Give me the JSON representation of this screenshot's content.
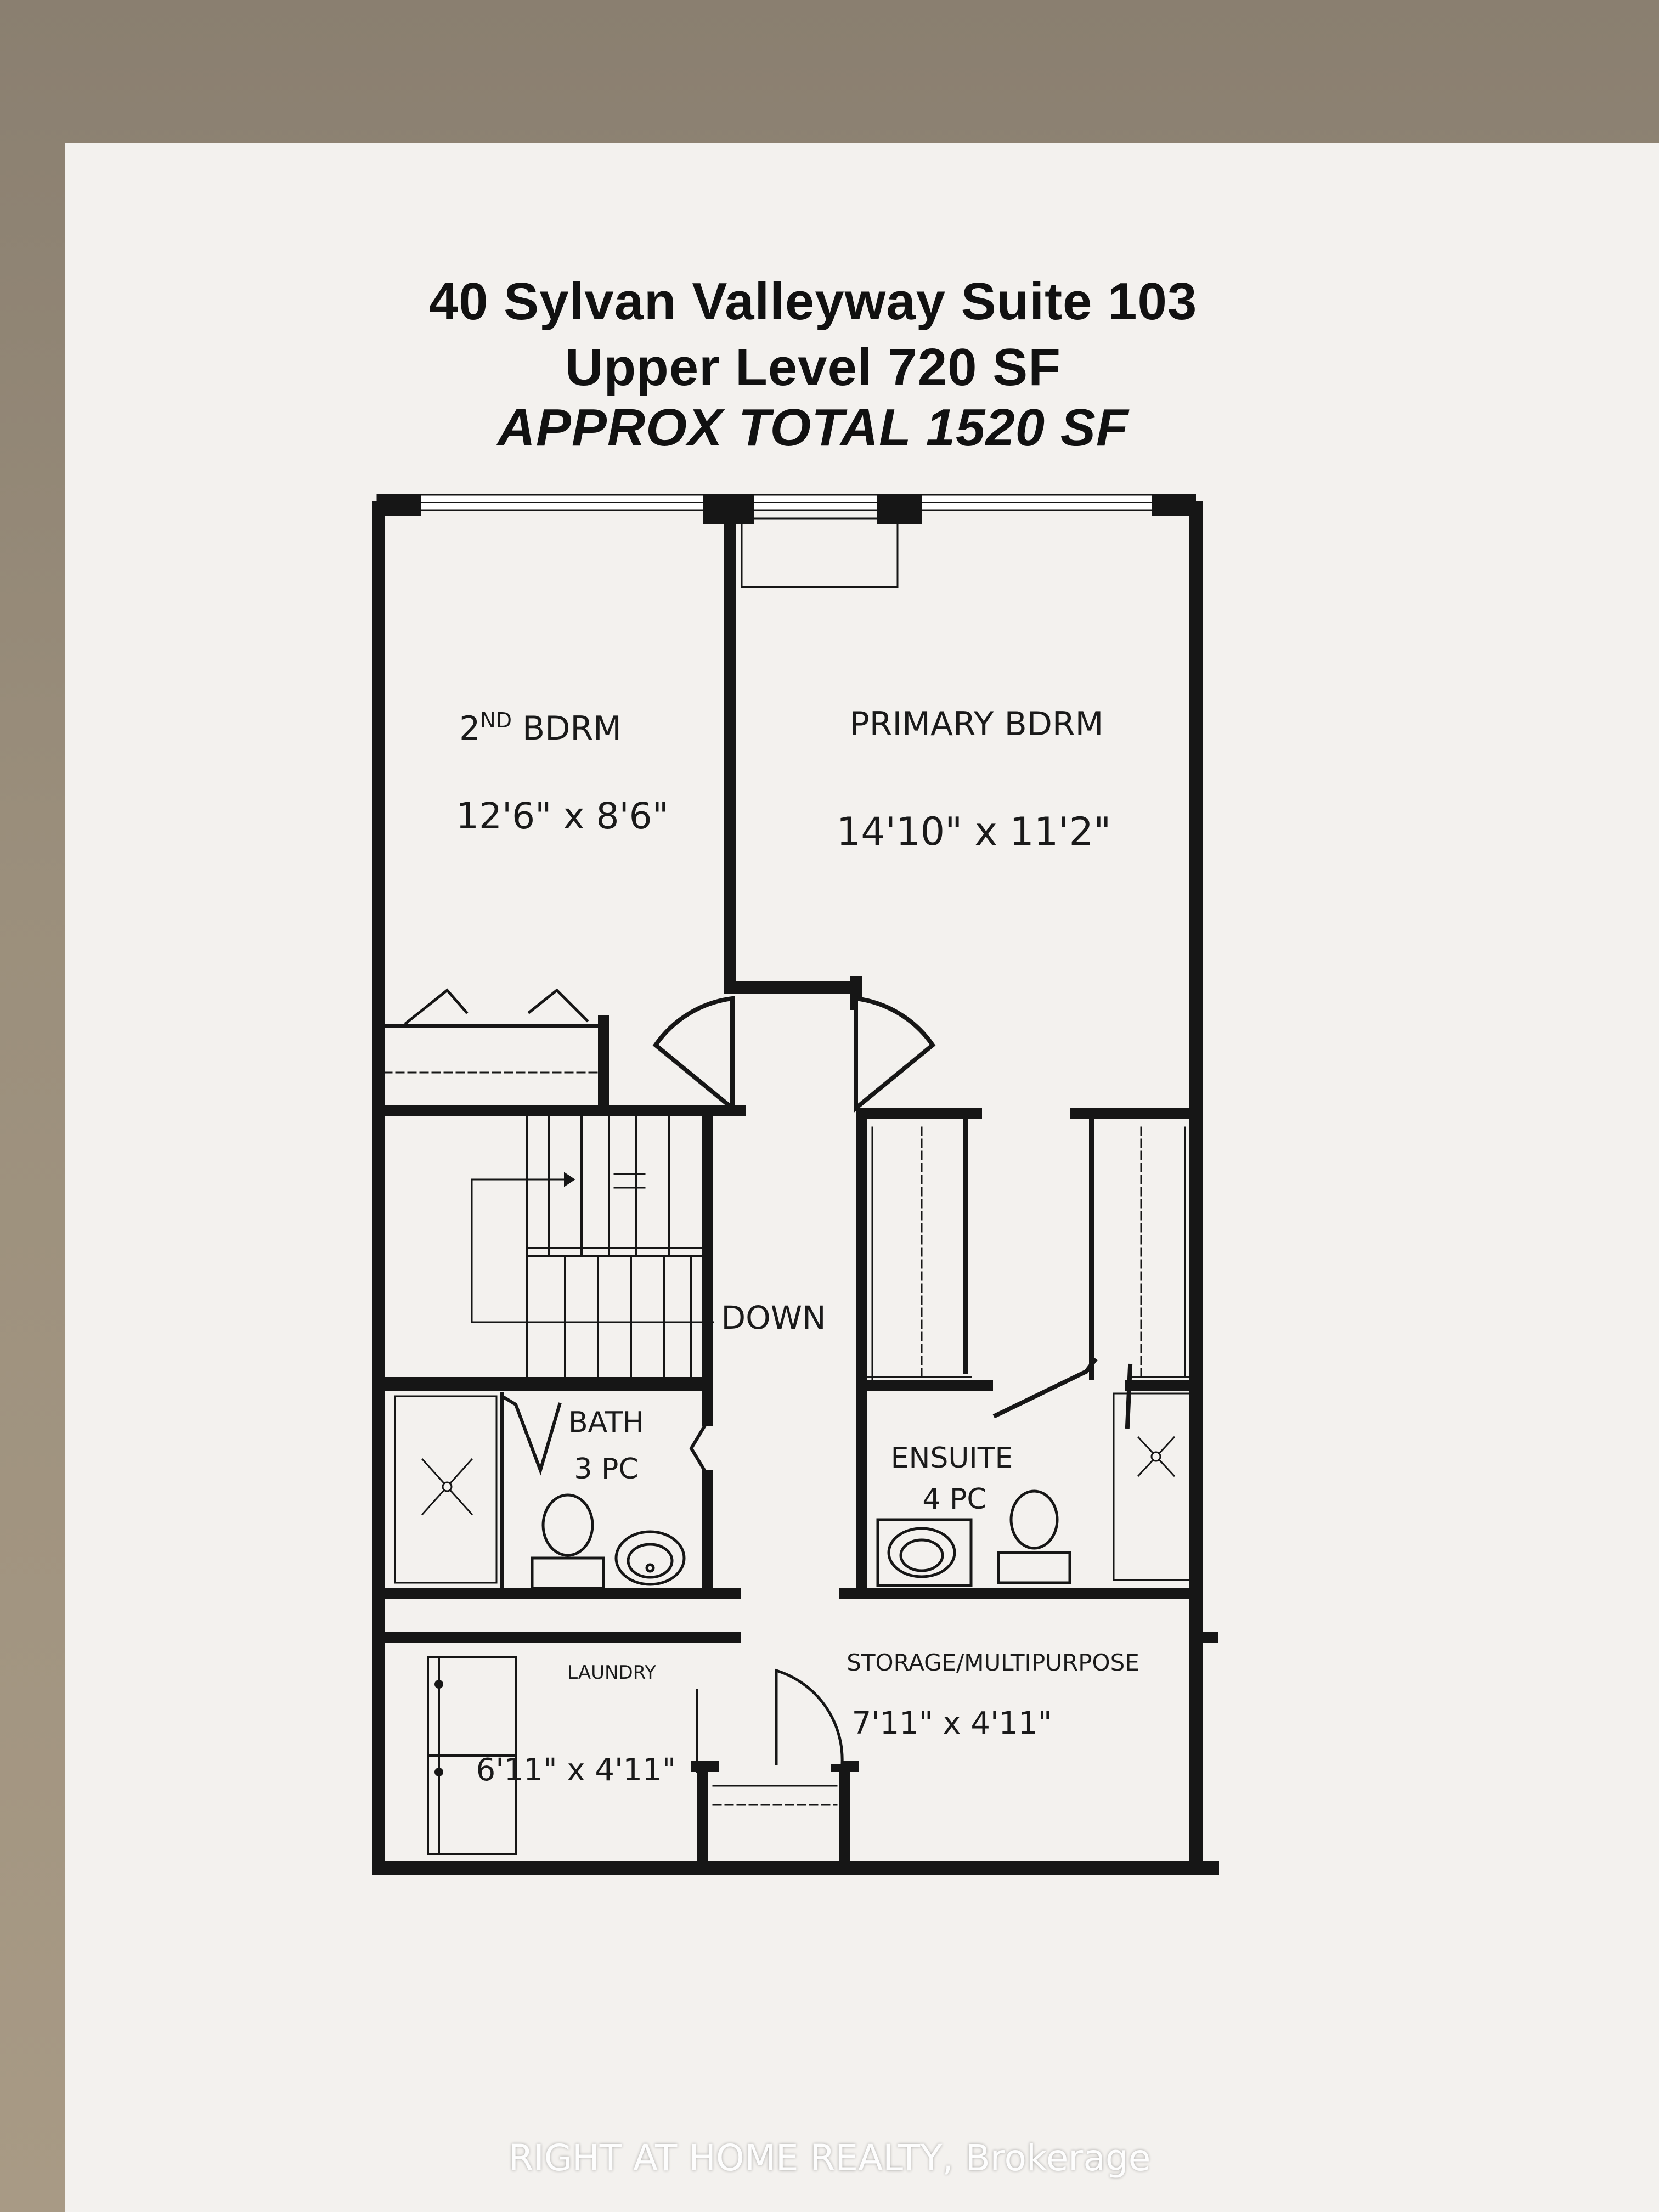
{
  "header": {
    "address": "40 Sylvan Valleyway Suite 103",
    "level": "Upper Level 720 SF",
    "total": "APPROX TOTAL 1520 SF"
  },
  "rooms": {
    "second_bedroom": {
      "label_prefix": "2",
      "label_sup": "ND",
      "label_suffix": " BDRM",
      "dimensions": "12'6\" x 8'6\""
    },
    "primary_bedroom": {
      "label": "PRIMARY BDRM",
      "dimensions": "14'10\" x 11'2\""
    },
    "stairs": {
      "label": "DOWN"
    },
    "bath": {
      "label_line1": "BATH",
      "label_line2": "3 PC"
    },
    "ensuite": {
      "label_line1": "ENSUITE",
      "label_line2": "4 PC"
    },
    "laundry": {
      "label": "LAUNDRY",
      "dimensions": "6'11\" x 4'11\""
    },
    "storage": {
      "label": "STORAGE/MULTIPURPOSE",
      "dimensions": "7'11\" x 4'11\""
    }
  },
  "watermark": {
    "text": "RIGHT AT HOME REALTY, Brokerage"
  },
  "colors": {
    "wall": "#161616",
    "paper": "#f3f1ee",
    "background": "#9b8f7c"
  }
}
